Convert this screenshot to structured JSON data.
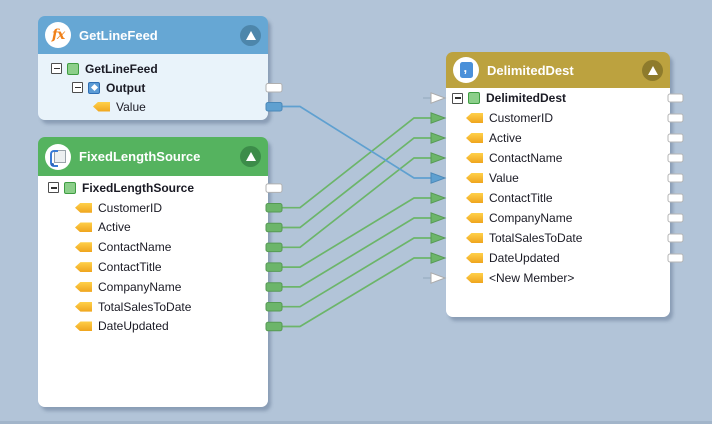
{
  "colors": {
    "background": "#b2c4d8",
    "function_header": "#66a7d4",
    "function_body": "#e9f3fa",
    "source_header": "#55b35f",
    "dest_header": "#bca23f",
    "connector_green": "#6cb56a",
    "connector_blue": "#5fa0d0",
    "unconnected_port": "#ffffff",
    "tag_yellow": "#f7b32b"
  },
  "components": {
    "getLineFeed": {
      "title": "GetLineFeed",
      "icon_glyph": "fx",
      "rows": [
        {
          "label": "GetLineFeed"
        },
        {
          "label": "Output"
        },
        {
          "label": "Value"
        }
      ]
    },
    "fixedLengthSource": {
      "title": "FixedLengthSource",
      "rows": [
        {
          "label": "FixedLengthSource"
        },
        {
          "label": "CustomerID"
        },
        {
          "label": "Active"
        },
        {
          "label": "ContactName"
        },
        {
          "label": "ContactTitle"
        },
        {
          "label": "CompanyName"
        },
        {
          "label": "TotalSalesToDate"
        },
        {
          "label": "DateUpdated"
        }
      ]
    },
    "delimitedDest": {
      "title": "DelimitedDest",
      "rows": [
        {
          "label": "DelimitedDest"
        },
        {
          "label": "CustomerID"
        },
        {
          "label": "Active"
        },
        {
          "label": "ContactName"
        },
        {
          "label": "Value"
        },
        {
          "label": "ContactTitle"
        },
        {
          "label": "CompanyName"
        },
        {
          "label": "TotalSalesToDate"
        },
        {
          "label": "DateUpdated"
        },
        {
          "label": "<New Member>"
        }
      ]
    }
  },
  "connections": [
    {
      "from": "GetLineFeed.Output.Value",
      "to": "DelimitedDest.Value",
      "color": "#5fa0d0"
    },
    {
      "from": "FixedLengthSource.CustomerID",
      "to": "DelimitedDest.CustomerID",
      "color": "#6cb56a"
    },
    {
      "from": "FixedLengthSource.Active",
      "to": "DelimitedDest.Active",
      "color": "#6cb56a"
    },
    {
      "from": "FixedLengthSource.ContactName",
      "to": "DelimitedDest.ContactName",
      "color": "#6cb56a"
    },
    {
      "from": "FixedLengthSource.ContactTitle",
      "to": "DelimitedDest.ContactTitle",
      "color": "#6cb56a"
    },
    {
      "from": "FixedLengthSource.CompanyName",
      "to": "DelimitedDest.CompanyName",
      "color": "#6cb56a"
    },
    {
      "from": "FixedLengthSource.TotalSalesToDate",
      "to": "DelimitedDest.TotalSalesToDate",
      "color": "#6cb56a"
    },
    {
      "from": "FixedLengthSource.DateUpdated",
      "to": "DelimitedDest.DateUpdated",
      "color": "#6cb56a"
    }
  ]
}
